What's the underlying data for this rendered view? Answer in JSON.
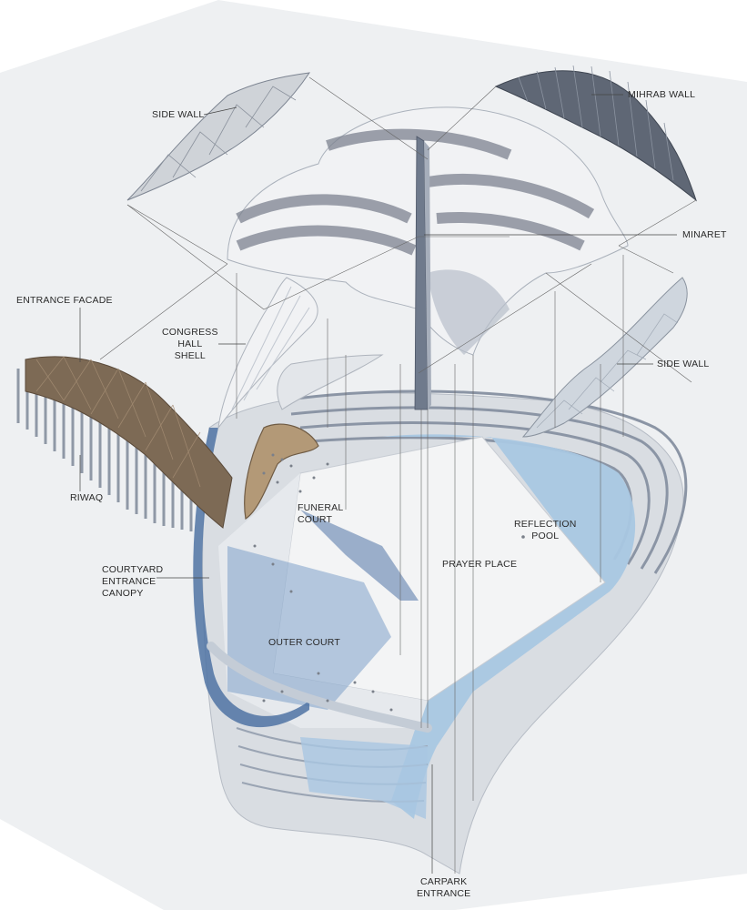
{
  "labels": {
    "side_wall_left": "SIDE WALL",
    "mihrab_wall": "MIHRAB WALL",
    "minaret": "MINARET",
    "entrance_facade": "ENTRANCE FACADE",
    "congress_hall_shell": [
      "CONGRESS",
      "HALL",
      "SHELL"
    ],
    "side_wall_right": "SIDE WALL",
    "riwaq": "RIWAQ",
    "funeral_court": [
      "FUNERAL",
      "COURT"
    ],
    "reflection_pool": [
      "REFLECTION",
      "POOL"
    ],
    "prayer_place": "PRAYER PLACE",
    "courtyard_entrance_canopy": [
      "COURTYARD",
      "ENTRANCE",
      "CANOPY"
    ],
    "outer_court": "OUTER COURT",
    "carpark_entrance": [
      "CARPARK",
      "ENTRANCE"
    ]
  },
  "colors": {
    "background": "#ffffff",
    "ground_plane": "#eef0f2",
    "platform": "#e2e4e7",
    "pool": "#a9c7e2",
    "blue_shadow": "#6f93bd",
    "dark_blue": "#4a6690",
    "shell_white": "#f1f2f4",
    "shell_grey": "#7d8390",
    "facade_brown": "#7d6a55",
    "leader_line": "#555555"
  }
}
